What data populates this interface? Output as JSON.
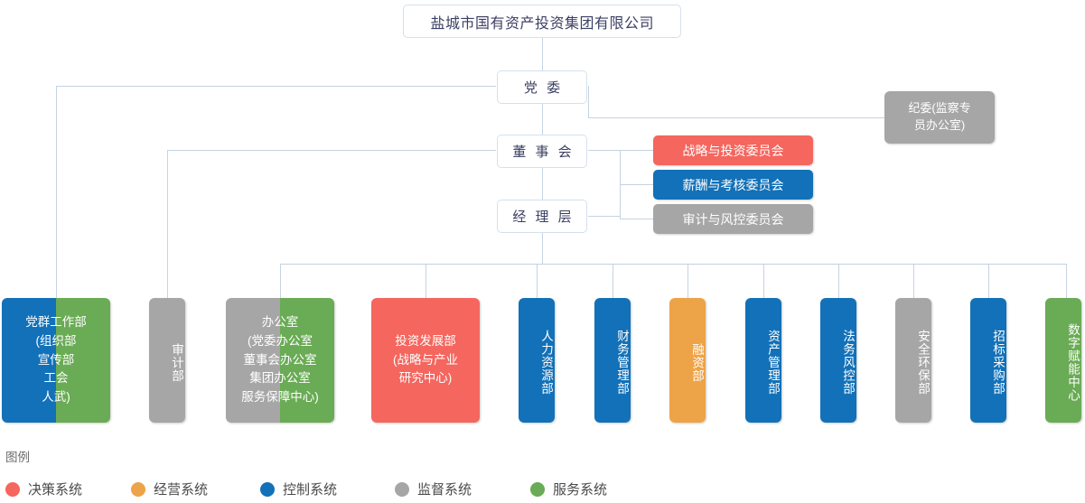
{
  "chart": {
    "root": {
      "label": "盐城市国有资产投资集团有限公司"
    },
    "governance": [
      {
        "key": "party_committee",
        "label": "党 委"
      },
      {
        "key": "board_of_directors",
        "label": "董 事 会"
      },
      {
        "key": "management_layer",
        "label": "经 理 层"
      }
    ],
    "supervisory": {
      "key": "discipline_committee",
      "label": "纪委(监察专\n员办公室)",
      "line1": "纪委(监察专",
      "line2": "员办公室)",
      "color": "#a6a6a6"
    },
    "committees": [
      {
        "key": "strategy_investment_committee",
        "label": "战略与投资委员会",
        "color": "#f4665e"
      },
      {
        "key": "remuneration_appraisal_committee",
        "label": "薪酬与考核委员会",
        "color": "#1271b8"
      },
      {
        "key": "audit_risk_committee",
        "label": "审计与风控委员会",
        "color": "#a6a6a6"
      }
    ],
    "departments": [
      {
        "key": "party_mass_work",
        "label": "党群工作部\n(组织部\n宣传部\n工会\n人武)",
        "orientation": "horizontal",
        "colors": [
          "#1271b8",
          "#6aab55"
        ],
        "split": 0.5
      },
      {
        "key": "audit_dept",
        "label": "审计部",
        "orientation": "vertical",
        "colors": [
          "#a6a6a6"
        ],
        "split": 1
      },
      {
        "key": "general_office",
        "label": "办公室\n(党委办公室\n董事会办公室\n集团办公室\n服务保障中心)",
        "orientation": "horizontal",
        "colors": [
          "#a6a6a6",
          "#6aab55"
        ],
        "split": 0.5
      },
      {
        "key": "investment_development",
        "label": "投资发展部\n(战略与产业\n研究中心)",
        "orientation": "horizontal",
        "colors": [
          "#f4665e"
        ],
        "split": 1
      },
      {
        "key": "human_resources",
        "label": "人力资源部",
        "orientation": "vertical",
        "colors": [
          "#1271b8"
        ],
        "split": 1
      },
      {
        "key": "financial_management",
        "label": "财务管理部",
        "orientation": "vertical",
        "colors": [
          "#1271b8"
        ],
        "split": 1
      },
      {
        "key": "financing_dept",
        "label": "融资部",
        "orientation": "vertical",
        "colors": [
          "#eda347"
        ],
        "split": 1
      },
      {
        "key": "asset_management",
        "label": "资产管理部",
        "orientation": "vertical",
        "colors": [
          "#1271b8"
        ],
        "split": 1
      },
      {
        "key": "legal_risk_control",
        "label": "法务风控部",
        "orientation": "vertical",
        "colors": [
          "#1271b8"
        ],
        "split": 1
      },
      {
        "key": "safety_environment",
        "label": "安全环保部",
        "orientation": "vertical",
        "colors": [
          "#a6a6a6"
        ],
        "split": 1
      },
      {
        "key": "bidding_procurement",
        "label": "招标采购部",
        "orientation": "vertical",
        "colors": [
          "#1271b8"
        ],
        "split": 1
      },
      {
        "key": "digital_empowerment",
        "label": "数字赋能中心",
        "orientation": "vertical",
        "colors": [
          "#6aab55"
        ],
        "split": 1
      }
    ]
  },
  "legend": {
    "title": "图例",
    "items": [
      {
        "key": "decision-system",
        "label": "决策系统",
        "color": "#f4665e"
      },
      {
        "key": "operation-system",
        "label": "经营系统",
        "color": "#eda347"
      },
      {
        "key": "control-system",
        "label": "控制系统",
        "color": "#1271b8"
      },
      {
        "key": "supervision-system",
        "label": "监督系统",
        "color": "#a6a6a6"
      },
      {
        "key": "service-system",
        "label": "服务系统",
        "color": "#6aab55"
      }
    ]
  },
  "colors": {
    "line": "#c6d3e2",
    "gov_text": "#3b3f63",
    "gov_border": "#d5e0ee"
  }
}
